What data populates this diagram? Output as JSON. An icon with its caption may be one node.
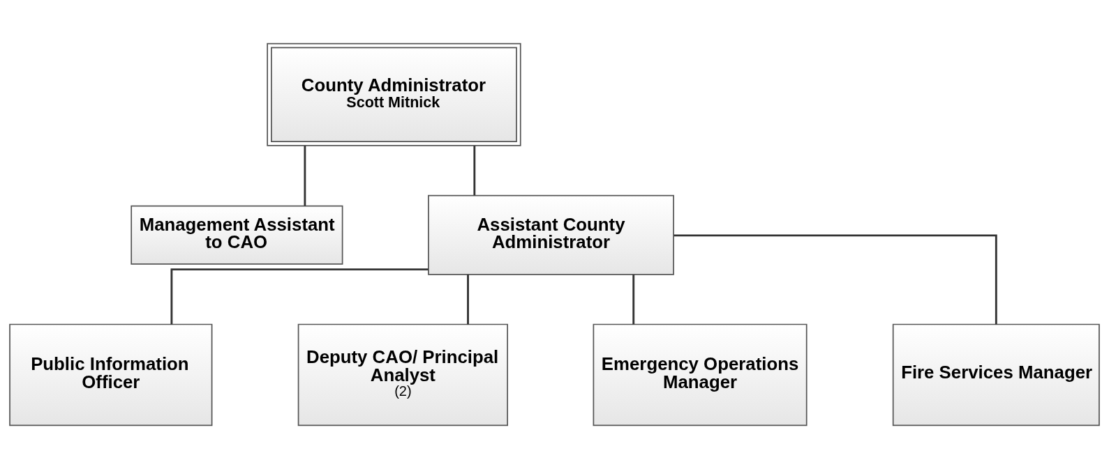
{
  "diagram": {
    "nodes": [
      {
        "text": [
          "County Administrator",
          "Scott Mitnick"
        ]
      },
      {
        "text": [
          "Management Assistant to CAO"
        ]
      },
      {
        "text": [
          "Assistant County Administrator"
        ]
      },
      {
        "text": [
          "Public Information Officer"
        ]
      },
      {
        "text": [
          "Deputy CAO/ Principal Analyst",
          "(2)"
        ]
      },
      {
        "text": [
          "Emergency Operations Manager"
        ]
      },
      {
        "text": [
          "Fire Services Manager"
        ]
      }
    ],
    "edges": [
      {
        "from": 0,
        "to": 1,
        "arrow": "none"
      },
      {
        "from": 0,
        "to": 2,
        "arrow": "none"
      },
      {
        "from": 2,
        "to": 3,
        "arrow": "none"
      },
      {
        "from": 2,
        "to": 4,
        "arrow": "none"
      },
      {
        "from": 2,
        "to": 5,
        "arrow": "none"
      },
      {
        "from": 2,
        "to": 6,
        "arrow": "none"
      }
    ]
  }
}
